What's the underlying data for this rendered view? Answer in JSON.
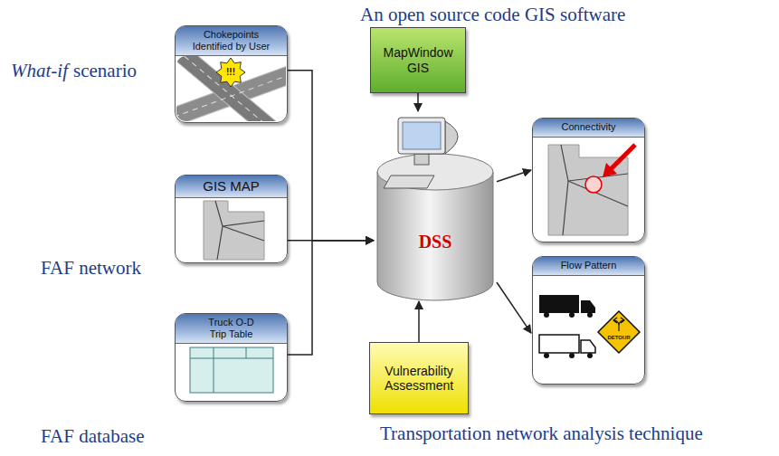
{
  "diagram": {
    "nodes": [
      {
        "text": [
          "Chokepoints Identified by User"
        ]
      },
      {
        "text": [
          "GIS MAP"
        ]
      },
      {
        "text": [
          "Truck O-D Trip Table"
        ]
      },
      {
        "text": [
          "MapWindow GIS"
        ]
      },
      {
        "text": [
          "DSS"
        ]
      },
      {
        "text": [
          "Vulnerability Assessment"
        ]
      },
      {
        "text": [
          "Connectivity"
        ]
      },
      {
        "text": [
          "Flow Pattern"
        ]
      }
    ],
    "edges": [
      {
        "from": 0,
        "to": 4,
        "arrow": "to"
      },
      {
        "from": 1,
        "to": 4,
        "arrow": "to"
      },
      {
        "from": 2,
        "to": 4,
        "arrow": "to"
      },
      {
        "from": 3,
        "to": 4,
        "arrow": "to"
      },
      {
        "from": 5,
        "to": 4,
        "arrow": "to"
      },
      {
        "from": 4,
        "to": 6,
        "arrow": "to"
      },
      {
        "from": 4,
        "to": 7,
        "arrow": "to"
      }
    ],
    "labels": [
      "An open source code GIS software",
      "What-if",
      "scenario",
      "FAF network",
      "FAF database",
      "Transportation network analysis technique",
      "!!!",
      "DETOUR"
    ]
  }
}
